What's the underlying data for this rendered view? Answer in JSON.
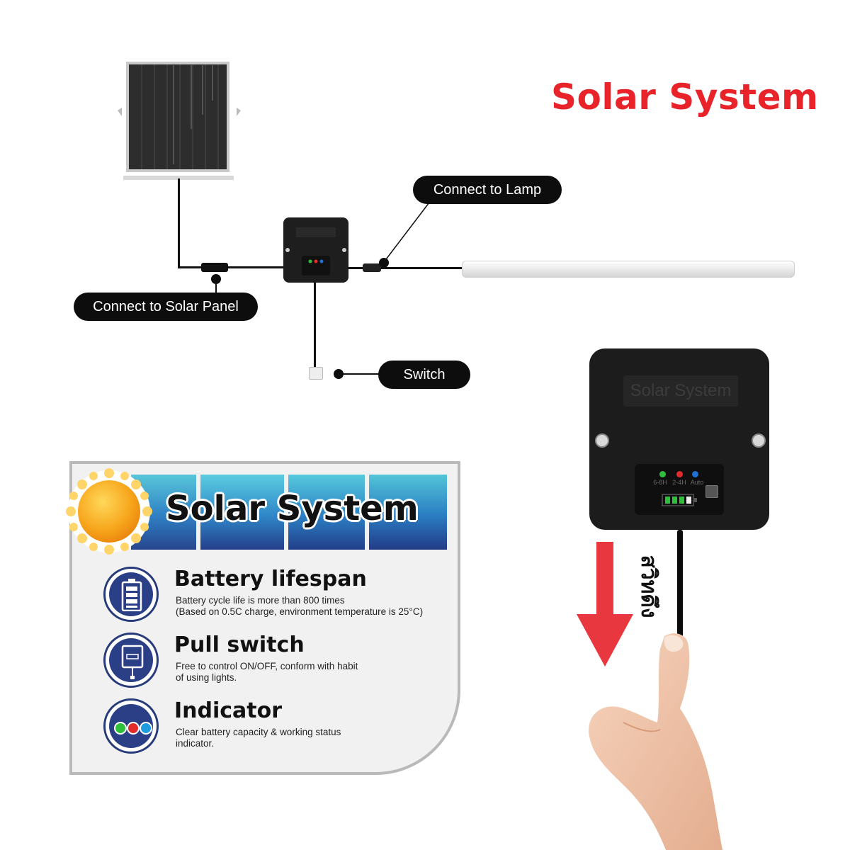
{
  "header": {
    "title": "Solar System"
  },
  "callouts": {
    "lamp": "Connect to Lamp",
    "solar": "Connect to Solar Panel",
    "switch": "Switch"
  },
  "panel": {
    "title": "Solar System",
    "features": [
      {
        "title": "Battery lifespan",
        "desc": "Battery cycle life is more than 800 times\n(Based on 0.5C charge, environment temperature is 25°C)",
        "icon": "battery-icon"
      },
      {
        "title": "Pull switch",
        "desc": "Free to control ON/OFF, conform with habit\nof using lights.",
        "icon": "pull-switch-icon"
      },
      {
        "title": "Indicator",
        "desc": "Clear battery capacity & working status\nindicator.",
        "icon": "indicator-lights-icon"
      }
    ]
  },
  "controller": {
    "label": "Solar System",
    "indicators": [
      "6-8H",
      "2-4H",
      "Auto"
    ],
    "pull_text": "สวิทดึง"
  },
  "colors": {
    "brand_red": "#e8232a",
    "navy": "#2a3f86",
    "indicator_green": "#2fbf3a",
    "indicator_red": "#e32b2b",
    "indicator_blue": "#1f6fd6"
  }
}
